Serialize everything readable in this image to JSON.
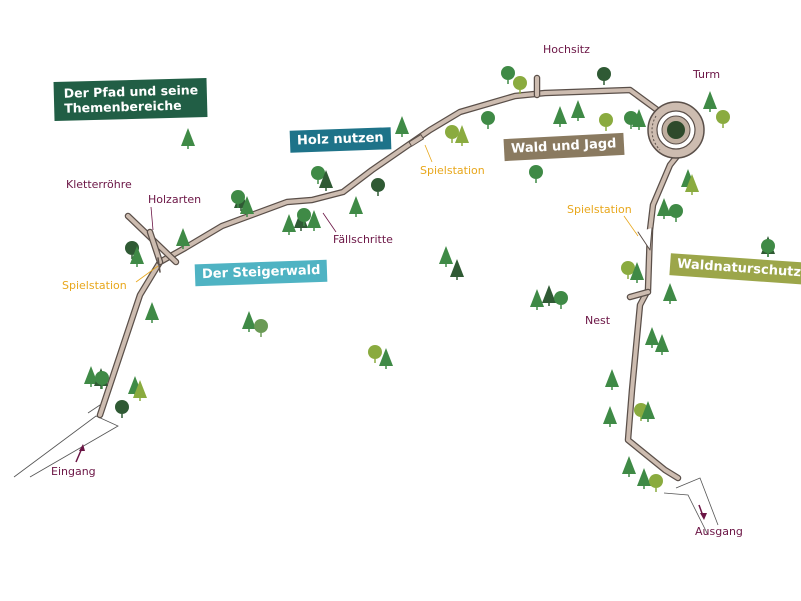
{
  "title": {
    "line1": "Der Pfad und seine",
    "line2": "Themenbereiche"
  },
  "zones": {
    "holz_nutzen": "Holz nutzen",
    "steigerwald": "Der Steigerwald",
    "wald_und_jagd": "Wald und Jagd",
    "waldnaturschutz": "Waldnaturschutz"
  },
  "stations": {
    "hochsitz": "Hochsitz",
    "turm": "Turm",
    "kletterroehre": "Kletterröhre",
    "holzarten": "Holzarten",
    "faellschritte": "Fällschritte",
    "spielstation_1": "Spielstation",
    "spielstation_2": "Spielstation",
    "spielstation_3": "Spielstation",
    "nest": "Nest",
    "eingang": "Eingang",
    "ausgang": "Ausgang"
  },
  "colors": {
    "path": "#cdbcb0",
    "path_outline": "#5a4f49",
    "label": "#6b1545",
    "spielstation": "#e8a71c",
    "title_banner": "#215e45",
    "holz_nutzen": "#1e7389",
    "steigerwald": "#4fb3c3",
    "wald_und_jagd": "#8a7a60",
    "waldnaturschutz": "#9ca64a"
  }
}
